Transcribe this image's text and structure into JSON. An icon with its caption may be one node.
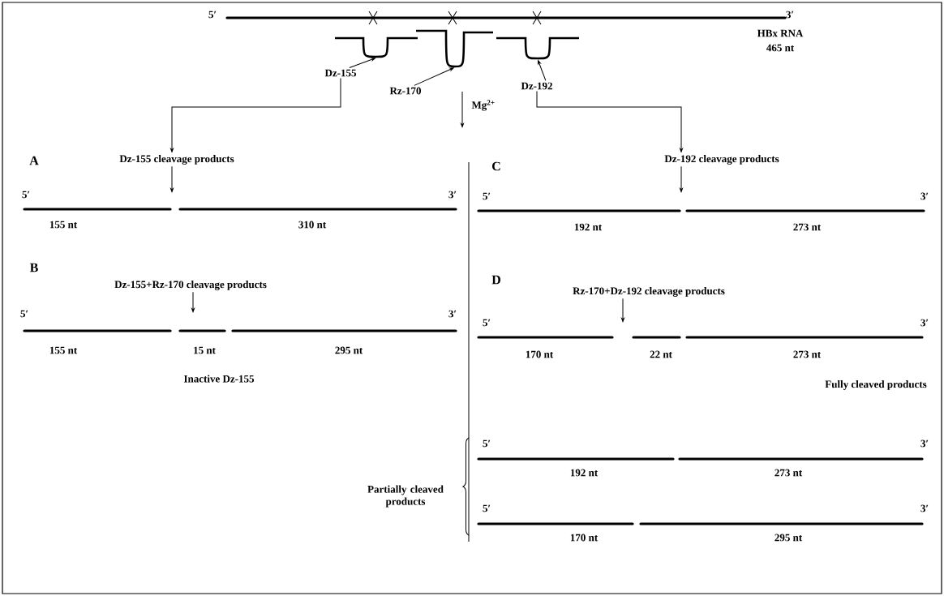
{
  "diagram": {
    "nodes": [
      {
        "text": [
          "Dz-155"
        ]
      },
      {
        "text": [
          "Rz-170"
        ]
      },
      {
        "text": [
          "Dz-192"
        ]
      },
      {
        "text": [],
        "shape": "picture"
      },
      {
        "text": [],
        "shape": "picture"
      },
      {
        "text": [],
        "shape": "picture"
      },
      {
        "text": [
          "Dz-155 cleavage products"
        ]
      },
      {
        "text": [
          "Dz-155+Rz-170 cleavage products"
        ]
      },
      {
        "text": [
          "Dz-192 cleavage products"
        ]
      },
      {
        "text": [
          "Rz-170+Dz-192 cleavage products"
        ]
      }
    ],
    "edges": [
      {
        "from": 0,
        "to": 3,
        "arrow": "to"
      },
      {
        "from": 1,
        "to": 4,
        "arrow": "to"
      },
      {
        "from": 2,
        "to": 5,
        "arrow": "to"
      },
      {
        "from": 0,
        "to": 6,
        "arrow": "to"
      },
      {
        "from": 2,
        "to": 8,
        "arrow": "to"
      },
      {
        "from": 6,
        "to": null,
        "arrow": "to"
      },
      {
        "from": 7,
        "to": null,
        "arrow": "to"
      },
      {
        "from": 8,
        "to": null,
        "arrow": "to"
      },
      {
        "from": 9,
        "to": null,
        "arrow": "to"
      }
    ],
    "labels": [
      "5′",
      "3′",
      "HBx RNA",
      "465 nt",
      "Mg$^{2+}$",
      "A",
      "5′",
      "3′",
      "155 nt",
      "310 nt",
      "B",
      "5′",
      "3′",
      "155 nt",
      "15 nt",
      "295 nt",
      "Inactive Dz-155",
      "C",
      "5′",
      "3′",
      "192 nt",
      "273 nt",
      "D",
      "5′",
      "3′",
      "170 nt",
      "22 nt",
      "273 nt",
      "Fully cleaved products",
      "5′",
      "3′",
      "192 nt",
      "273 nt",
      "Partially cleaved products",
      "5′",
      "3′",
      "170 nt",
      "295 nt"
    ]
  }
}
